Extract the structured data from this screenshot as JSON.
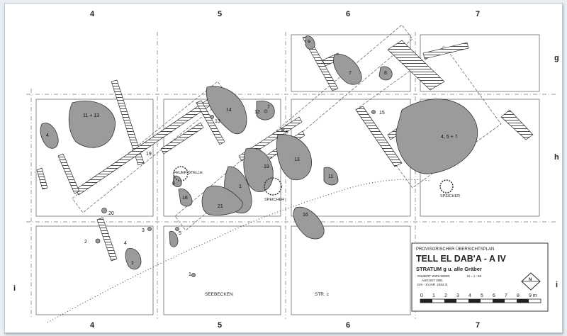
{
  "grid": {
    "columns_top": [
      "4",
      "5",
      "6",
      "7"
    ],
    "columns_bottom": [
      "4",
      "5",
      "6",
      "7"
    ],
    "rows_right": [
      "g",
      "h",
      "i"
    ],
    "rows_left": [
      "i"
    ]
  },
  "features": [
    "11 + 13",
    "4",
    "14",
    "12",
    "7",
    "9",
    "7",
    "8",
    "15",
    "4, 5 + 7",
    "13",
    "13",
    "19",
    "11",
    "1",
    "21",
    "16",
    "18",
    "20",
    "19",
    "9",
    "2",
    "3",
    "4",
    "5",
    "1",
    "8",
    "1"
  ],
  "annotations": [
    "FEUER-STELLE",
    "SPEICHER",
    "SPEICHER",
    "SEEBECKEN",
    "STR. c"
  ],
  "legend": {
    "subtitle": "PROVISORISCHER ÜBERSICHTSPLAN",
    "title": "TELL EL DAB'A - A IV",
    "stratum": "STRATUM g u. alle Gräber",
    "author": "GILBERT WIPLINGER",
    "scale_ratio": "M = 1 : 50",
    "date": "AUGUST 1981",
    "ref": "DAI - KV.NR. 2484 /2",
    "scale_ticks": [
      "0",
      "1",
      "2",
      "3",
      "4",
      "5",
      "6",
      "7",
      "8",
      "9 m"
    ],
    "north_label": "N"
  },
  "colors": {
    "feature_fill": "#9b9b9b",
    "ink": "#222222"
  }
}
